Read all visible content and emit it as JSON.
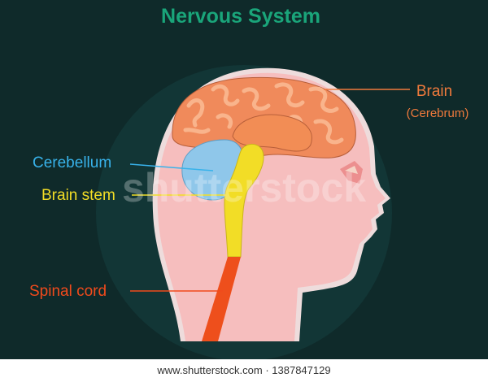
{
  "title": "Nervous System",
  "labels": {
    "brain": "Brain",
    "brain_sub": "(Cerebrum)",
    "cerebellum": "Cerebellum",
    "brain_stem": "Brain stem",
    "spinal_cord": "Spinal cord"
  },
  "watermark": "shutterstock",
  "footer": "www.shutterstock.com · 1387847129",
  "colors": {
    "background": "#0f2a2a",
    "halo": "#123636",
    "title": "#1aa57a",
    "skin": "#f6bebe",
    "cerebrum": "#f08a5b",
    "cerebrum_fold": "#f9b48c",
    "cerebellum": "#8fc7ea",
    "brain_stem": "#f2dd26",
    "spinal_cord": "#ee4f1c",
    "label_brain": "#f07a3c",
    "label_cerebellum": "#38b2ea",
    "label_brain_stem": "#f2dd26",
    "label_spinal_cord": "#f04a1c"
  }
}
